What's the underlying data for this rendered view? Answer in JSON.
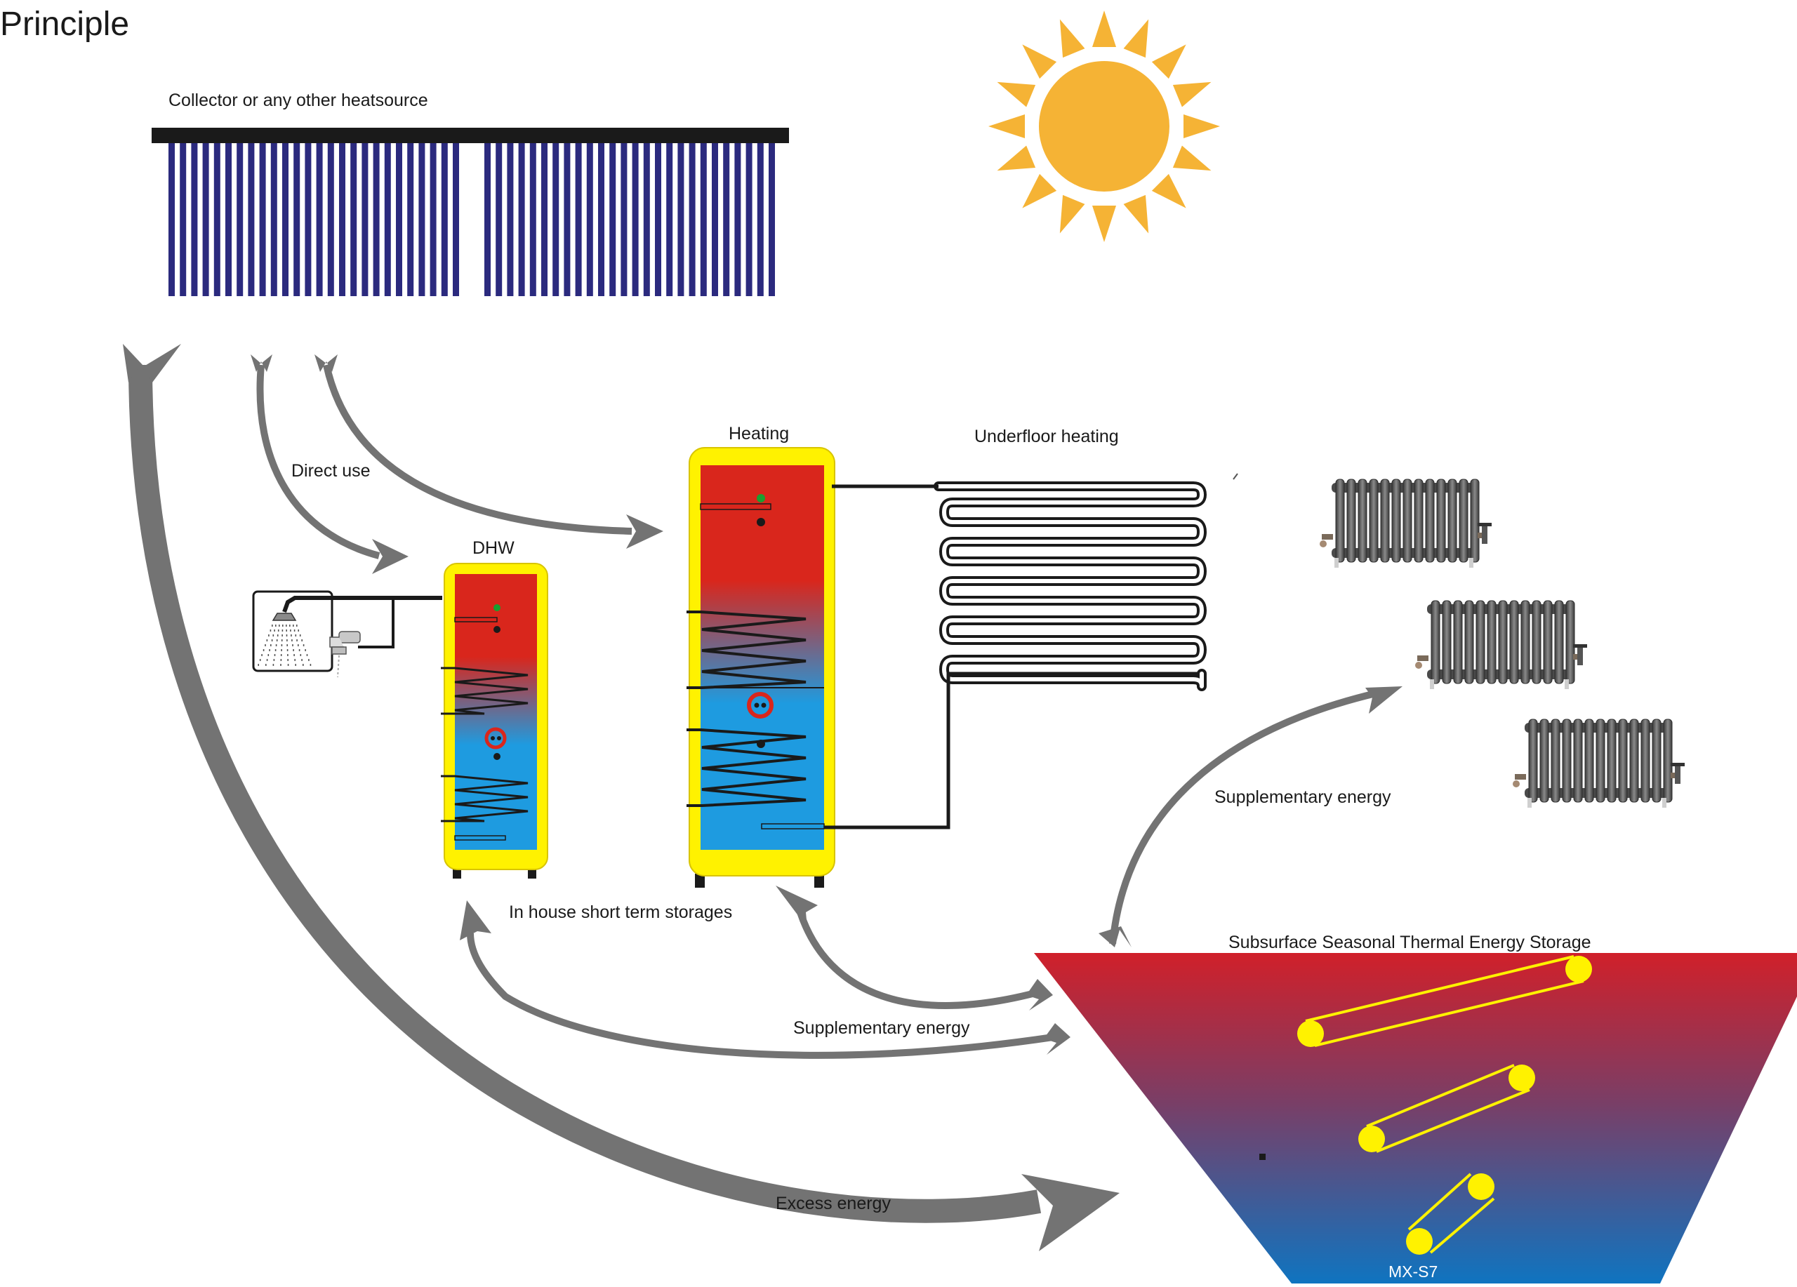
{
  "page_title": "Principle",
  "labels": {
    "collector": "Collector or any other heatsource",
    "direct_use": "Direct use",
    "heating": "Heating",
    "underfloor": "Underfloor heating",
    "dhw": "DHW",
    "in_house": "In house short term storages",
    "supplementary_right": "Supplementary energy",
    "supplementary_bottom": "Supplementary energy",
    "storage": "Subsurface Seasonal Thermal Energy Storage",
    "excess": "Excess energy",
    "probe": "MX-S7"
  },
  "colors": {
    "arrow": "#737373",
    "collector_tube": "#2b2a7e",
    "collector_bar": "#1a1a1a",
    "sun": "#f5b335",
    "tank_shell": "#fff200",
    "hot": "#d9261c",
    "cold": "#1e9be0",
    "storage_top": "#d0202a",
    "storage_bottom": "#0f74c0",
    "probe": "#fff200",
    "radiator": "#5a5a5a"
  },
  "icons": {
    "sun": "sun-icon",
    "shower": "shower-icon",
    "tap": "tap-icon",
    "radiator": "radiator-icon"
  }
}
